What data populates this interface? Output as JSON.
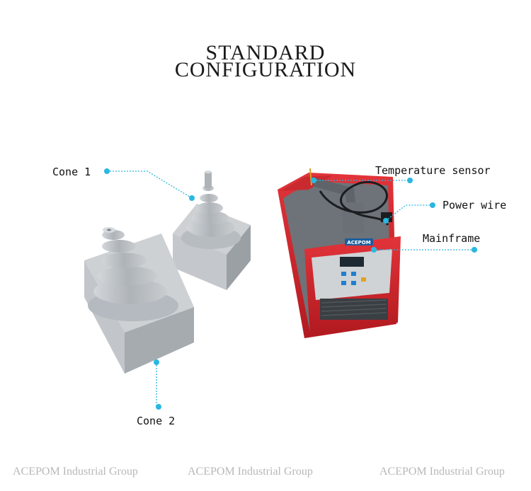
{
  "title": {
    "line1": "STANDARD",
    "line2": "CONFIGURATION"
  },
  "callouts": {
    "cone1": "Cone 1",
    "cone2": "Cone 2",
    "temperature_sensor": "Temperature sensor",
    "power_wire": "Power wire",
    "mainframe": "Mainframe"
  },
  "device": {
    "brand": "ACEPOM"
  },
  "footer": [
    "ACEPOM Industrial Group",
    "ACEPOM Industrial Group",
    "ACEPOM Industrial Group"
  ],
  "colors": {
    "callout": "#2ab7e0",
    "device_red": "#d8232a",
    "device_body": "#6e7479",
    "cone_metal": "#b9bec3"
  }
}
